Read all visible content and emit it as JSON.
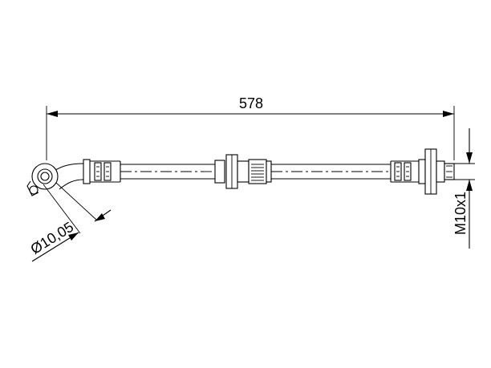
{
  "dimensions": {
    "length": "578",
    "diameter": "Ø10,05",
    "thread": "M10x1"
  }
}
